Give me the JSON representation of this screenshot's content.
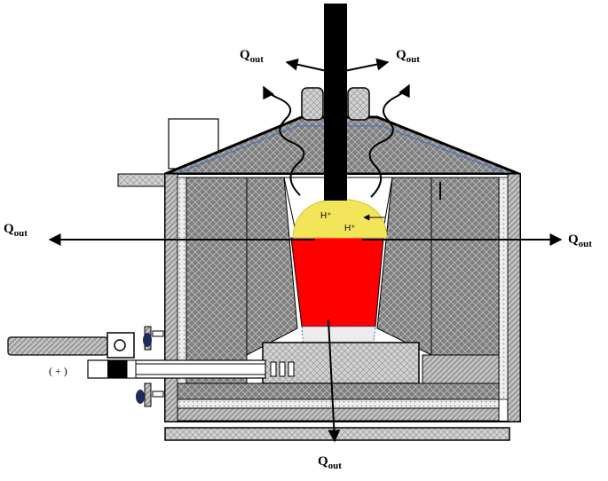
{
  "labels": {
    "q_main": "Q",
    "q_sub": "out",
    "h_ion": "H⁺",
    "plus_terminal": "( + )"
  },
  "colors": {
    "melt": "#ff0000",
    "glow": "#f3e55a",
    "wall": "#8c8c8c",
    "insulation": "#e6e6e6",
    "line": "#000000"
  },
  "icons": [
    "electrode",
    "heat-flow-arrow",
    "wavy-heat-arrow",
    "clamp-bolt"
  ]
}
